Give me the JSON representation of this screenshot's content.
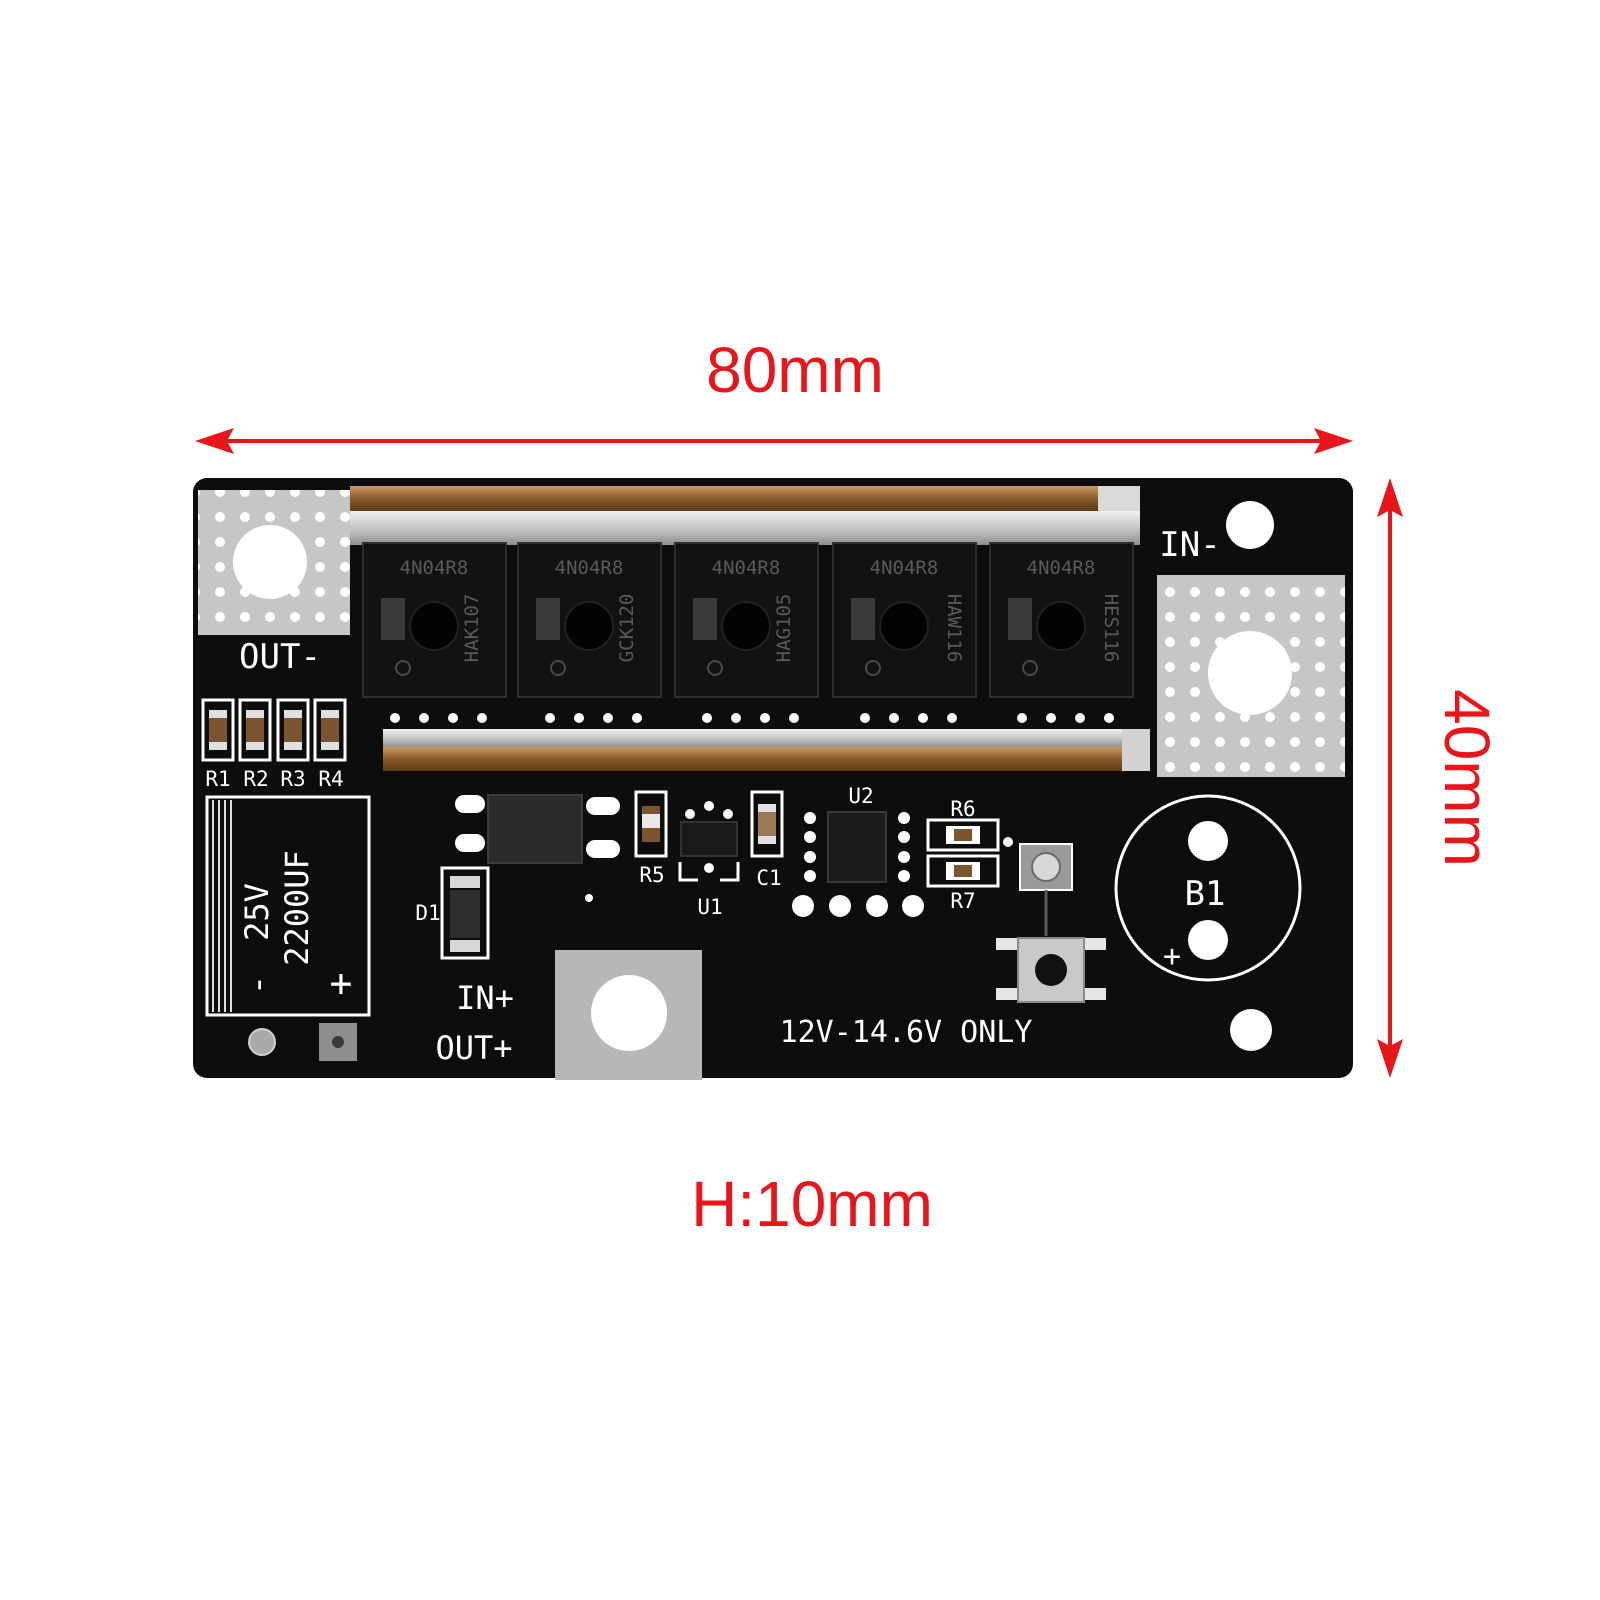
{
  "dimensions": {
    "width_label": "80mm",
    "height_label": "40mm",
    "thickness_label": "H:10mm",
    "color": "#e8161a"
  },
  "board": {
    "colors": {
      "board": "#0d0d0d",
      "silkscreen": "#ffffff",
      "pad": "#c6c6c6",
      "copper_bar": "#8a5a2b"
    },
    "pad_labels": {
      "out_minus": "OUT-",
      "in_minus": "IN-",
      "in_plus": "IN+",
      "out_plus": "OUT+"
    },
    "resistors": [
      "R1",
      "R2",
      "R3",
      "R4"
    ],
    "capacitor": {
      "voltage": "25V",
      "capacitance": "2200UF",
      "minus": "-",
      "plus": "+"
    },
    "mosfets": [
      {
        "part": "4N04R8",
        "code": "HAK107"
      },
      {
        "part": "4N04R8",
        "code": "GCK120"
      },
      {
        "part": "4N04R8",
        "code": "HAG105"
      },
      {
        "part": "4N04R8",
        "code": "HAW116"
      },
      {
        "part": "4N04R8",
        "code": "HES116"
      }
    ],
    "labels": {
      "d1": "D1",
      "r5": "R5",
      "c1": "C1",
      "u1": "U1",
      "u2": "U2",
      "r6": "R6",
      "r7": "R7",
      "b1": "B1",
      "b1_plus": "+"
    },
    "voltage_note": "12V-14.6V ONLY"
  }
}
